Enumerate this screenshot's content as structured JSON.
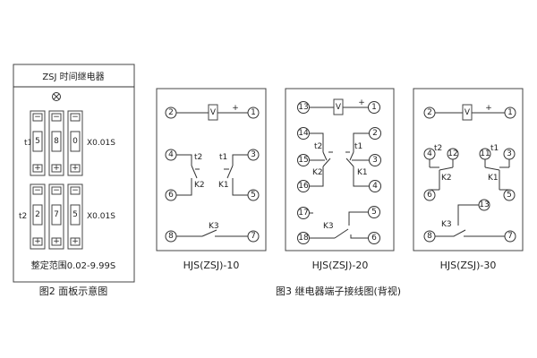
{
  "panel": {
    "title": "ZSJ  时间继电器",
    "t1_label": "t1",
    "t2_label": "t2",
    "t1_digits": [
      "5",
      "8",
      "0"
    ],
    "t2_digits": [
      "2",
      "7",
      "5"
    ],
    "minus": "−",
    "plus": "+",
    "unit1": "X0.01S",
    "unit2": "X0.01S",
    "range": "整定范围0.02-9.99S",
    "caption": "图2 面板示意图"
  },
  "diagrams": [
    {
      "name": "HJS(ZSJ)-10",
      "terminals": [
        "2",
        "1",
        "4",
        "3",
        "6",
        "5",
        "8",
        "7"
      ],
      "labels": {
        "v": "V",
        "plus": "+",
        "t2": "t2",
        "t1": "t1",
        "k2": "K2",
        "k1": "K1",
        "k3": "K3"
      }
    },
    {
      "name": "HJS(ZSJ)-20",
      "terminals": [
        "13",
        "1",
        "14",
        "2",
        "15",
        "3",
        "16",
        "4",
        "17",
        "5",
        "18",
        "6"
      ],
      "labels": {
        "v": "V",
        "plus": "+",
        "t2": "t2",
        "t1": "t1",
        "k2": "K2",
        "k1": "K1",
        "k3": "K3"
      }
    },
    {
      "name": "HJS(ZSJ)-30",
      "terminals": [
        "2",
        "1",
        "4",
        "12",
        "11",
        "3",
        "6",
        "5",
        "13",
        "8",
        "7"
      ],
      "labels": {
        "v": "V",
        "plus": "+",
        "t2": "t2",
        "t1": "t1",
        "k2": "K2",
        "k1": "K1",
        "k3": "K3"
      }
    }
  ],
  "caption3": "图3 继电器端子接线图(背视)"
}
